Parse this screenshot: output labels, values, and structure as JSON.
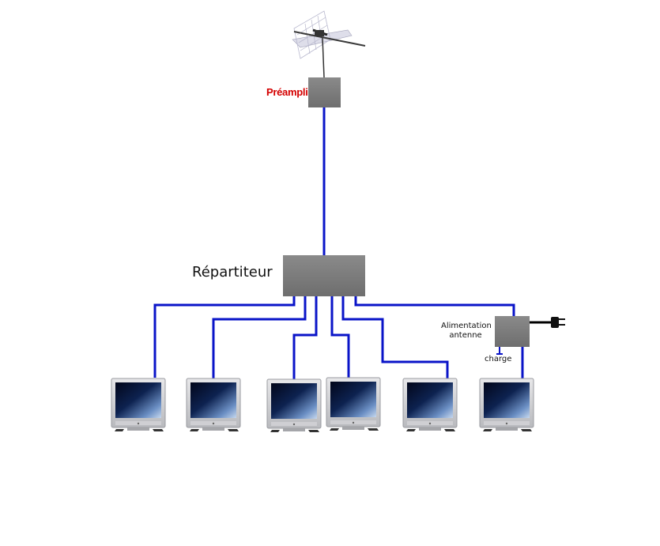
{
  "labels": {
    "preampli": "Préampli",
    "repartiteur": "Répartiteur",
    "alimentation": "Alimentation antenne",
    "charge": "charge"
  },
  "colors": {
    "cable": "#0a14c8",
    "box": "#7b7b7b",
    "label_red": "#d40000"
  },
  "icons": [
    "antenna-icon",
    "power-plug-icon",
    "tv-monitor-icon"
  ],
  "monitor_count": 6
}
